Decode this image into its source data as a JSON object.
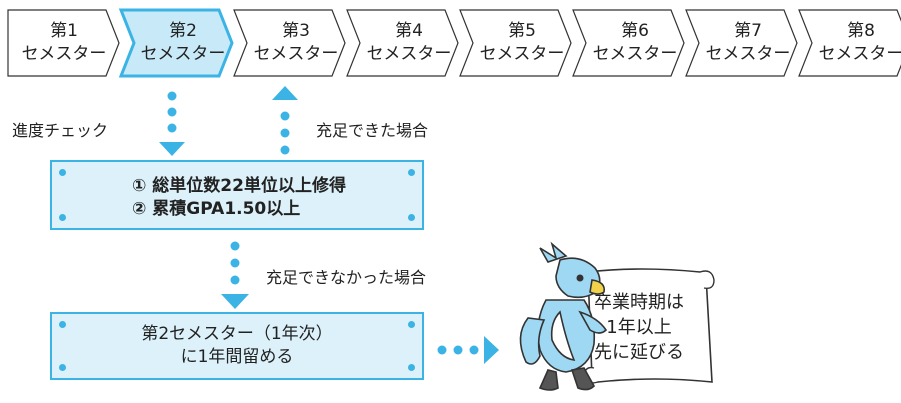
{
  "stages": [
    {
      "number": "第1",
      "unit": "セメスター"
    },
    {
      "number": "第2",
      "unit": "セメスター"
    },
    {
      "number": "第3",
      "unit": "セメスター"
    },
    {
      "number": "第4",
      "unit": "セメスター"
    },
    {
      "number": "第5",
      "unit": "セメスター"
    },
    {
      "number": "第6",
      "unit": "セメスター"
    },
    {
      "number": "第7",
      "unit": "セメスター"
    },
    {
      "number": "第8",
      "unit": "セメスター"
    }
  ],
  "highlighted_stage_index": 1,
  "labels": {
    "progress_check": "進度チェック",
    "if_satisfied": "充足できた場合",
    "if_not_satisfied": "充足できなかった場合"
  },
  "conditions": [
    "① 総単位数22単位以上修得",
    "② 累積GPA1.50以上"
  ],
  "result": {
    "line1": "第2セメスター（1年次）",
    "line2": "に1年間留める"
  },
  "mascot_sign": {
    "line1": "卒業時期は",
    "line2": "1年以上",
    "line3": "先に延びる"
  },
  "colors": {
    "accent": "#3bb3e5",
    "highlight_fill": "#c7e9f8",
    "box_fill": "#dcf1fa",
    "outline": "#333333"
  }
}
